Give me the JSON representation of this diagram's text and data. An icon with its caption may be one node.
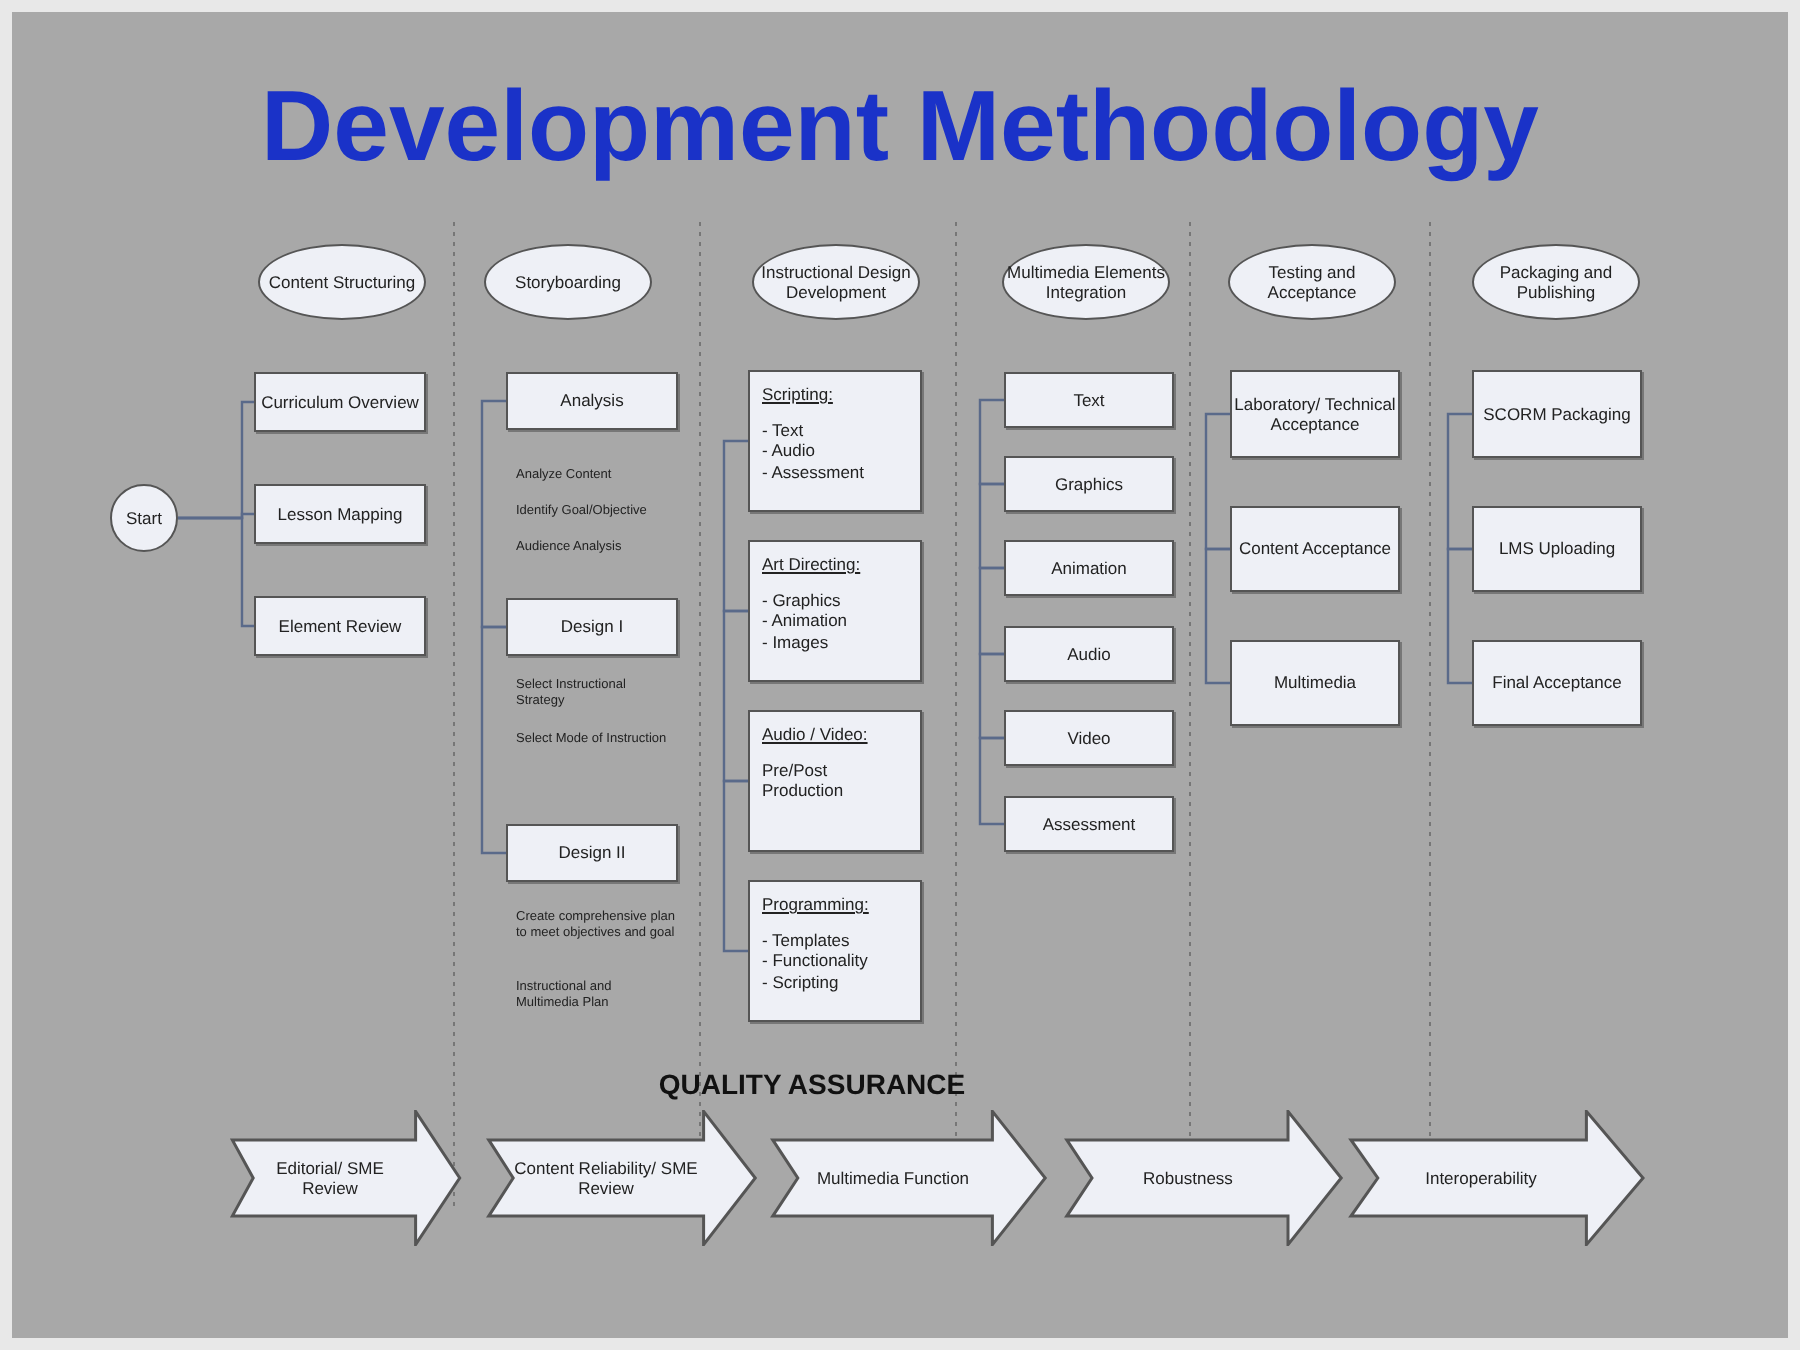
{
  "diagram": {
    "title": "Development Methodology",
    "nodes": [
      {
        "text": [
          "Start"
        ]
      },
      {
        "text": [
          "Content Structuring"
        ]
      },
      {
        "text": [
          "Curriculum Overview"
        ]
      },
      {
        "text": [
          "Lesson Mapping"
        ]
      },
      {
        "text": [
          "Element Review"
        ]
      },
      {
        "text": [
          "Storyboarding"
        ]
      },
      {
        "text": [
          "Analysis"
        ]
      },
      {
        "text": [
          "Design I"
        ]
      },
      {
        "text": [
          "Design II"
        ]
      },
      {
        "text": [
          "Instructional Design Development"
        ]
      },
      {
        "text": [
          "Scripting:",
          "- Text",
          "- Audio",
          "- Assessment"
        ]
      },
      {
        "text": [
          "Art Directing:",
          "- Graphics",
          "- Animation",
          "- Images"
        ]
      },
      {
        "text": [
          "Audio / Video:",
          "Pre/Post Production"
        ]
      },
      {
        "text": [
          "Programming:",
          "- Templates",
          "- Functionality",
          "- Scripting"
        ]
      },
      {
        "text": [
          "Multimedia Elements Integration"
        ]
      },
      {
        "text": [
          "Text"
        ]
      },
      {
        "text": [
          "Graphics"
        ]
      },
      {
        "text": [
          "Animation"
        ]
      },
      {
        "text": [
          "Audio"
        ]
      },
      {
        "text": [
          "Video"
        ]
      },
      {
        "text": [
          "Assessment"
        ]
      },
      {
        "text": [
          "Testing and Acceptance"
        ]
      },
      {
        "text": [
          "Laboratory/ Technical Acceptance"
        ]
      },
      {
        "text": [
          "Content Acceptance"
        ]
      },
      {
        "text": [
          "Multimedia"
        ]
      },
      {
        "text": [
          "Packaging and Publishing"
        ]
      },
      {
        "text": [
          "SCORM Packaging"
        ]
      },
      {
        "text": [
          "LMS Uploading"
        ]
      },
      {
        "text": [
          "Final Acceptance"
        ]
      },
      {
        "text": [
          "Editorial/ SME Review"
        ]
      },
      {
        "text": [
          "Content Reliability/ SME Review"
        ]
      },
      {
        "text": [
          "Multimedia Function"
        ]
      },
      {
        "text": [
          "Robustness"
        ]
      },
      {
        "text": [
          "Interoperability"
        ]
      }
    ],
    "edges": [
      {
        "from": 0,
        "to": 2,
        "arrow": "none"
      },
      {
        "from": 0,
        "to": 3,
        "arrow": "none"
      },
      {
        "from": 0,
        "to": 4,
        "arrow": "none"
      },
      {
        "from": 6,
        "to": 7,
        "arrow": "none"
      },
      {
        "from": 7,
        "to": 8,
        "arrow": "none"
      },
      {
        "from": 10,
        "to": 11,
        "arrow": "none"
      },
      {
        "from": 11,
        "to": 12,
        "arrow": "none"
      },
      {
        "from": 12,
        "to": 13,
        "arrow": "none"
      },
      {
        "from": 15,
        "to": 16,
        "arrow": "none"
      },
      {
        "from": 16,
        "to": 17,
        "arrow": "none"
      },
      {
        "from": 17,
        "to": 18,
        "arrow": "none"
      },
      {
        "from": 18,
        "to": 19,
        "arrow": "none"
      },
      {
        "from": 19,
        "to": 20,
        "arrow": "none"
      },
      {
        "from": 22,
        "to": 23,
        "arrow": "none"
      },
      {
        "from": 23,
        "to": 24,
        "arrow": "none"
      },
      {
        "from": 26,
        "to": 27,
        "arrow": "none"
      },
      {
        "from": 27,
        "to": 28,
        "arrow": "none"
      }
    ],
    "labels": [
      "Analyze Content",
      "Identify Goal/Objective",
      "Audience Analysis",
      "Select Instructional Strategy",
      "Select Mode of Instruction",
      "Create comprehensive plan to meet objectives and goal",
      "Instructional and Multimedia Plan",
      "QUALITY ASSURANCE"
    ]
  }
}
